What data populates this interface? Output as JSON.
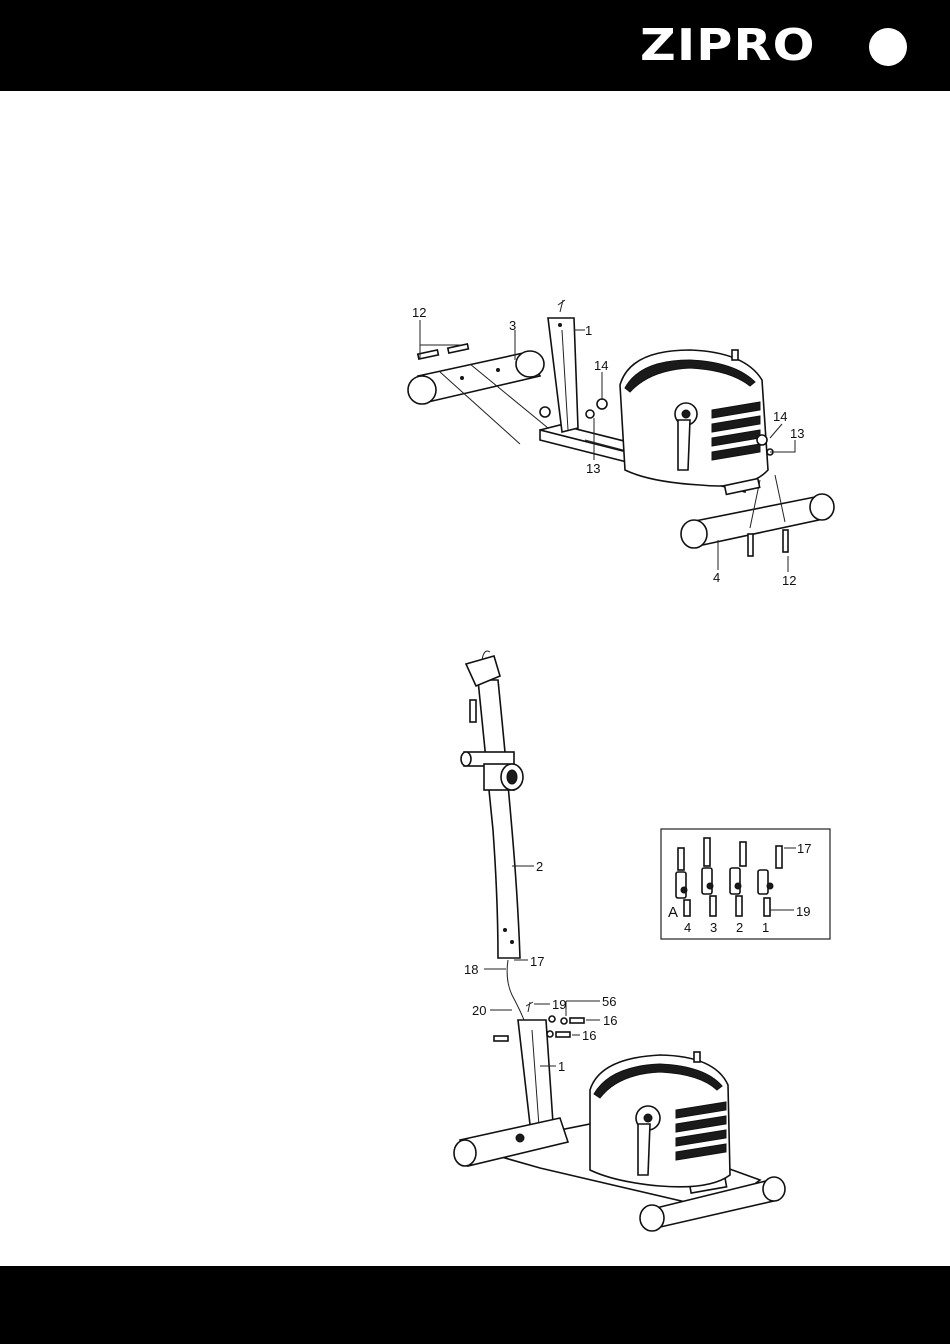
{
  "header": {
    "logo": "ZIPRO"
  },
  "figure1": {
    "labels": {
      "l12a": "12",
      "l3": "3",
      "l1": "1",
      "l14a": "14",
      "l13a": "13",
      "l14b": "14",
      "l13b": "13",
      "l4": "4",
      "l12b": "12"
    }
  },
  "figure2": {
    "labels": {
      "l2": "2",
      "l17": "17",
      "l18": "18",
      "l20": "20",
      "l19": "19",
      "l56": "56",
      "l16a": "16",
      "l16b": "16",
      "l1": "1"
    }
  },
  "inset": {
    "letter": "A",
    "label_17": "17",
    "label_19": "19",
    "steps": [
      "4",
      "3",
      "2",
      "1"
    ]
  }
}
